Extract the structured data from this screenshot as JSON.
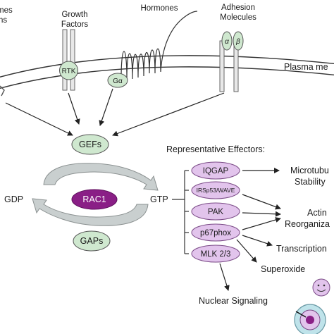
{
  "receptors": {
    "left_label_line1": "mes",
    "left_label_line2": "ns",
    "growth_factors_line1": "Growth",
    "growth_factors_line2": "Factors",
    "hormones": "Hormones",
    "adhesion_line1": "Adhesion",
    "adhesion_line2": "Molecules",
    "rtk": "RTK",
    "galpha": "Gα",
    "integrin_alpha": "α",
    "integrin_beta": "β",
    "plasma_membrane": "Plasma me"
  },
  "core": {
    "gefs": "GEFs",
    "gaps": "GAPs",
    "rac1": "RAC1",
    "gdp": "GDP",
    "gtp": "GTP"
  },
  "effectors": {
    "title": "Representative Effectors:",
    "items": [
      "IQGAP",
      "IRSp53/WAVE",
      "PAK",
      "p67phox",
      "MLK 2/3"
    ]
  },
  "outcomes": {
    "microtubule_line1": "Microtubu",
    "microtubule_line2": "Stability",
    "actin_line1": "Actin",
    "actin_line2": "Reorganiza",
    "transcription": "Transcription",
    "superoxide": "Superoxide",
    "nuclear_signaling": "Nuclear Signaling"
  },
  "colors": {
    "green_fill": "#cfe8cf",
    "purple_light": "#e2c4ec",
    "rac1_fill": "#8a1f86",
    "cycle_grey": "#c9cfcf"
  }
}
